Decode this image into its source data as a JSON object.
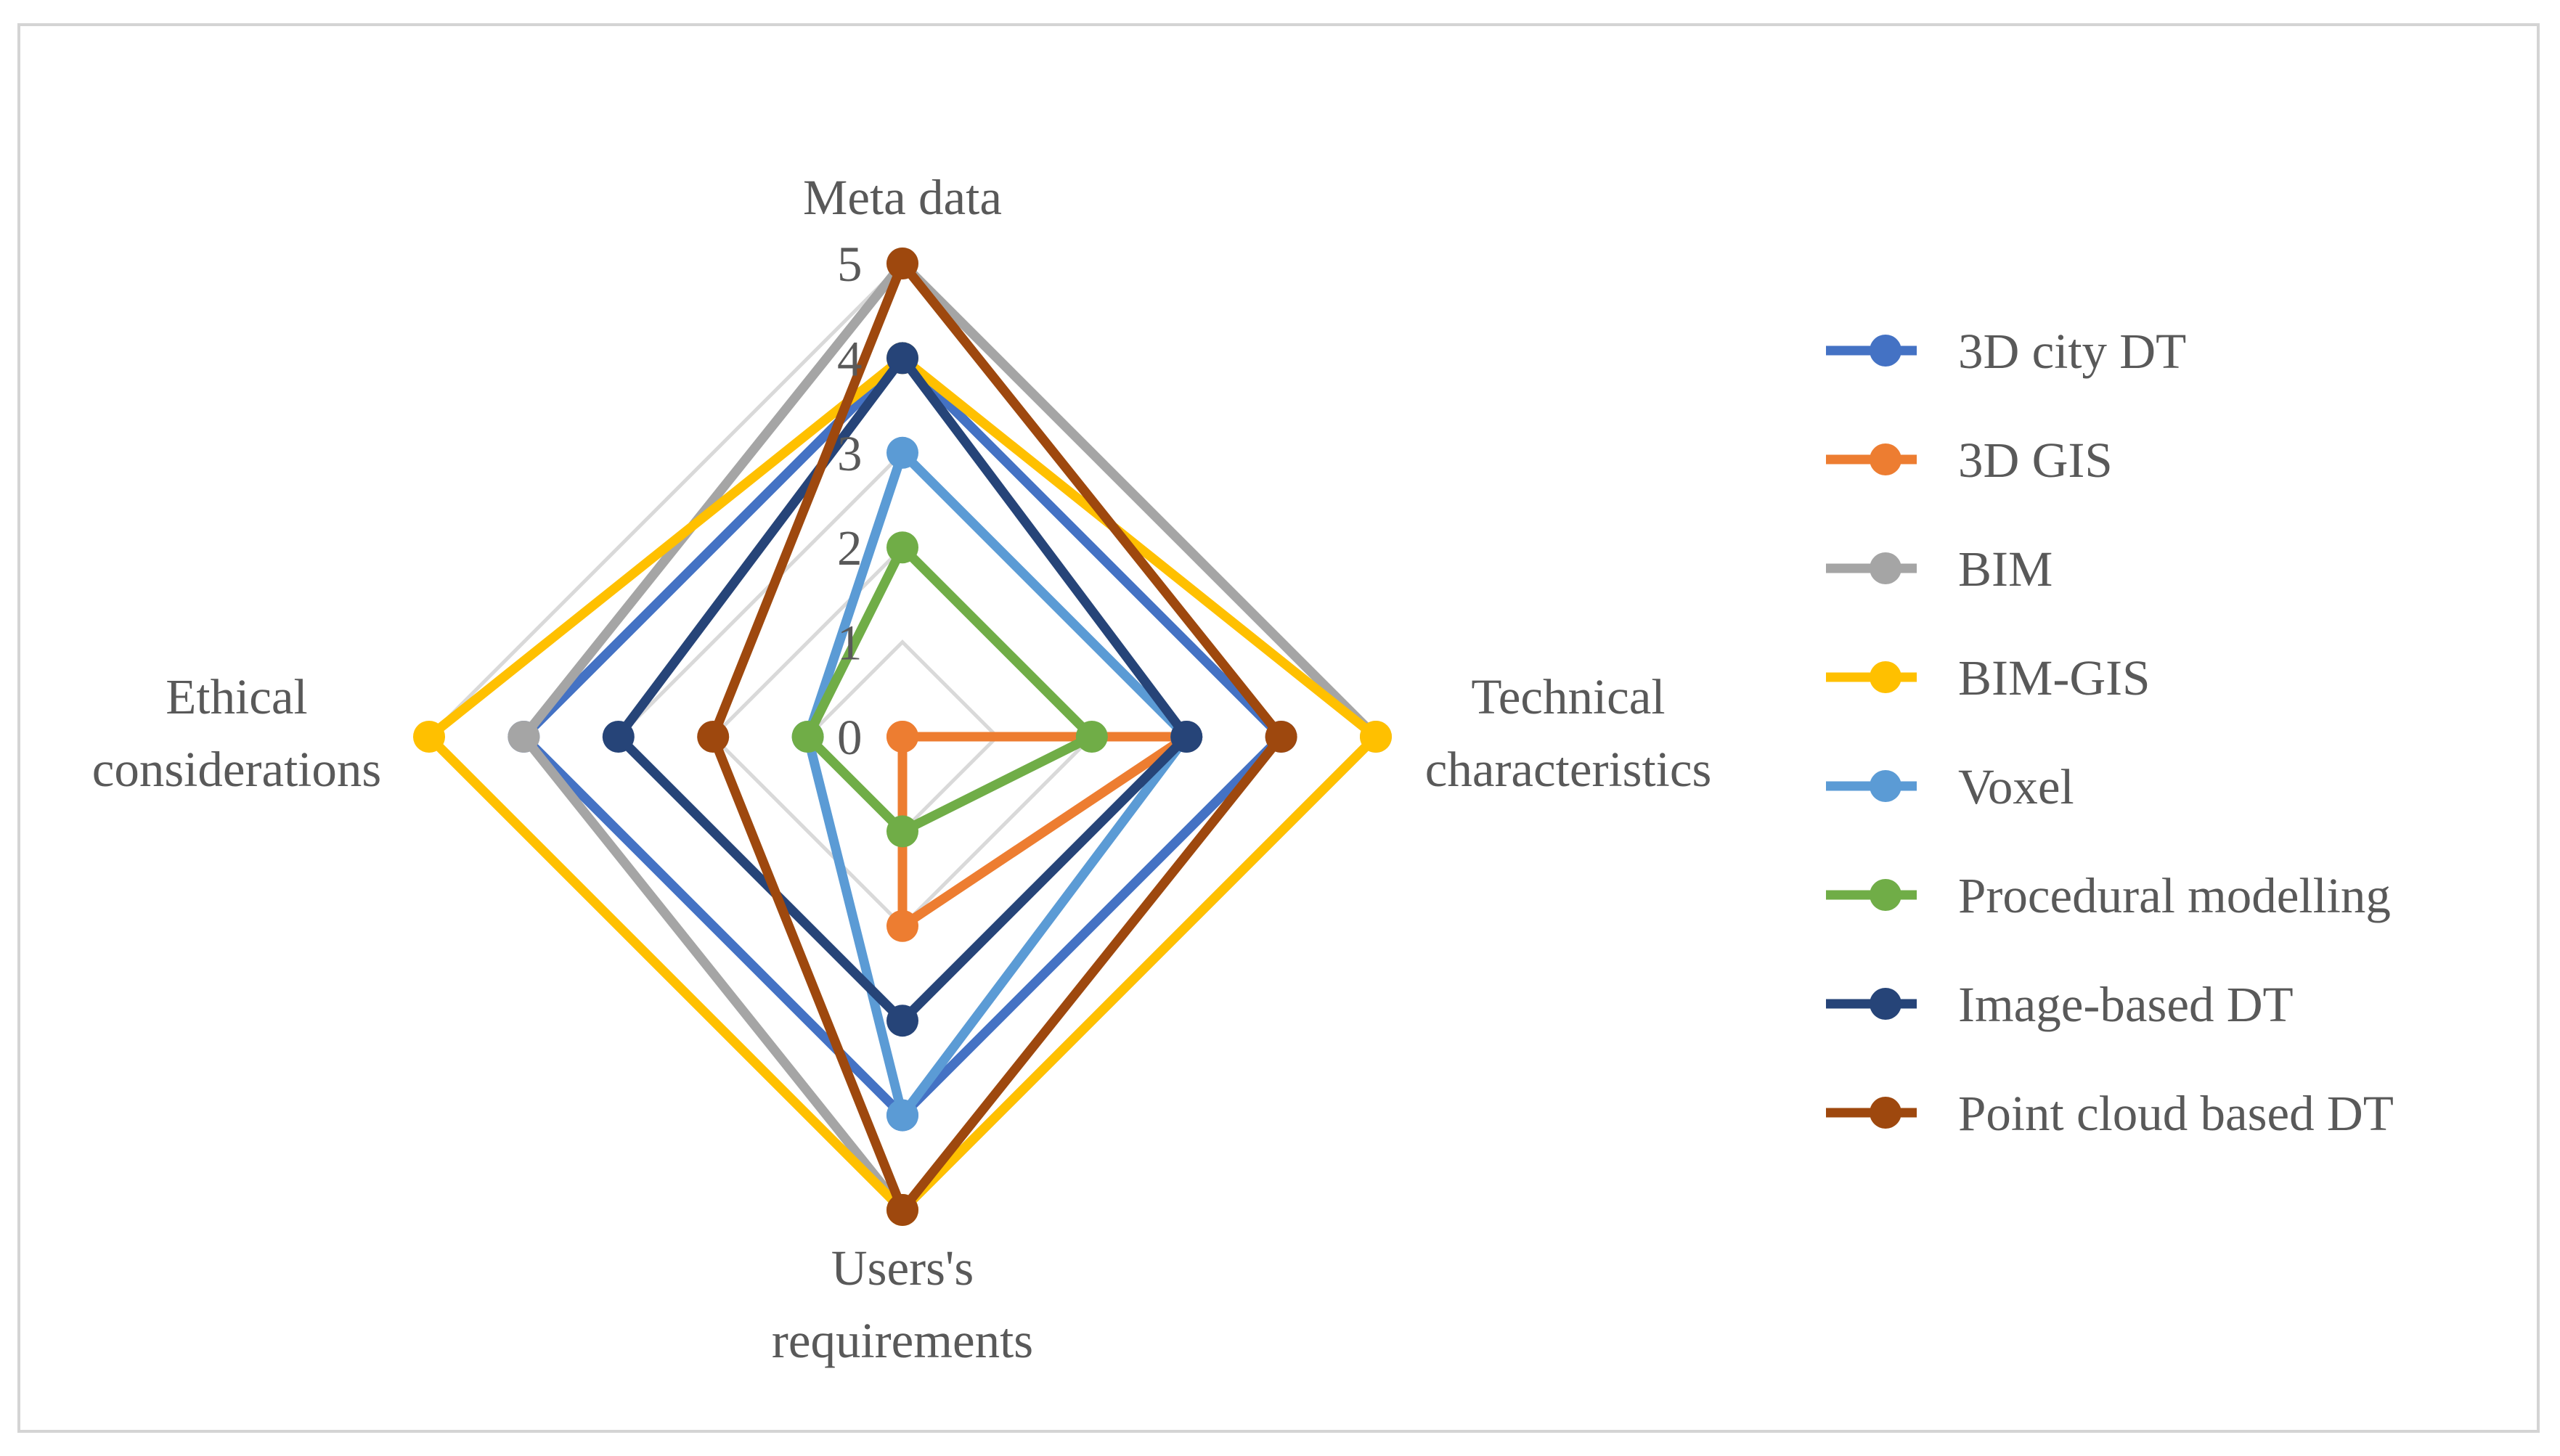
{
  "chart_data": {
    "type": "radar",
    "title": "",
    "axes": [
      {
        "label_lines": [
          "Meta data"
        ]
      },
      {
        "label_lines": [
          "Technical",
          "characteristics"
        ]
      },
      {
        "label_lines": [
          "Users's",
          "requirements"
        ]
      },
      {
        "label_lines": [
          "Ethical",
          "considerations"
        ]
      }
    ],
    "rlim": [
      0,
      5
    ],
    "ticks": [
      "0",
      "1",
      "2",
      "3",
      "4",
      "5"
    ],
    "grid": true,
    "legend_position": "right",
    "series": [
      {
        "name": "3D city DT",
        "color": "#4472c4",
        "values": [
          4,
          4,
          4,
          4
        ]
      },
      {
        "name": "3D GIS",
        "color": "#ed7d31",
        "values": [
          0,
          3,
          2,
          0
        ]
      },
      {
        "name": "BIM",
        "color": "#a5a5a5",
        "values": [
          5,
          5,
          5,
          4
        ]
      },
      {
        "name": "BIM-GIS",
        "color": "#ffc000",
        "values": [
          4,
          5,
          5,
          5
        ]
      },
      {
        "name": "Voxel",
        "color": "#5b9bd5",
        "values": [
          3,
          3,
          4,
          1
        ]
      },
      {
        "name": "Procedural modelling",
        "color": "#70ad47",
        "values": [
          2,
          2,
          1,
          1
        ]
      },
      {
        "name": "Image-based DT",
        "color": "#264478",
        "values": [
          4,
          3,
          3,
          3
        ]
      },
      {
        "name": "Point cloud based DT",
        "color": "#9e480e",
        "values": [
          5,
          4,
          5,
          2
        ]
      }
    ]
  }
}
